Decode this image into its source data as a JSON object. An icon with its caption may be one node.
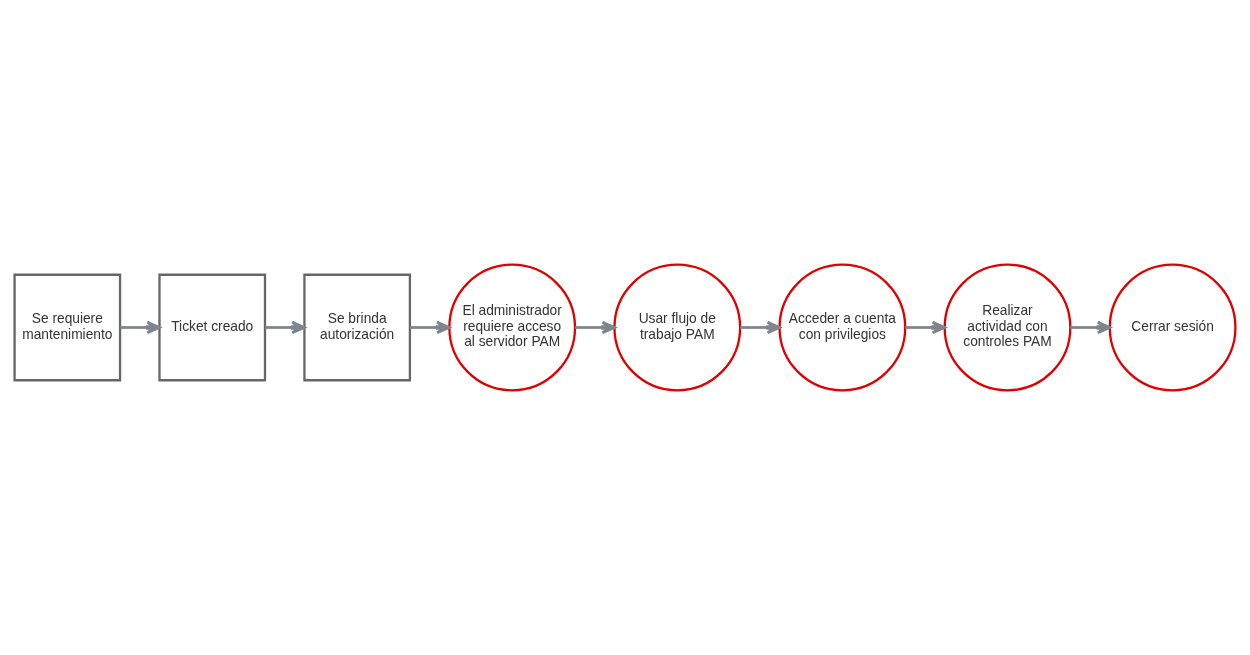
{
  "diagram": {
    "nodes": [
      {
        "text": [
          "Se requiere mantenimiento"
        ]
      },
      {
        "text": [
          "Ticket creado"
        ]
      },
      {
        "text": [
          "Se brinda autorización"
        ]
      },
      {
        "text": [
          "El administrador requiere acceso al servidor PAM"
        ]
      },
      {
        "text": [
          "Usar flujo de trabajo PAM"
        ]
      },
      {
        "text": [
          "Acceder a cuenta con privilegios"
        ]
      },
      {
        "text": [
          "Realizar actividad con controles PAM"
        ]
      },
      {
        "text": [
          "Cerrar sesión"
        ]
      }
    ],
    "edges": [
      {
        "from": 0,
        "to": 1,
        "arrow": "to"
      },
      {
        "from": 1,
        "to": 2,
        "arrow": "to"
      },
      {
        "from": 2,
        "to": 3,
        "arrow": "to"
      },
      {
        "from": 3,
        "to": 4,
        "arrow": "to"
      },
      {
        "from": 4,
        "to": 5,
        "arrow": "to"
      },
      {
        "from": 5,
        "to": 6,
        "arrow": "to"
      },
      {
        "from": 6,
        "to": 7,
        "arrow": "to"
      }
    ]
  }
}
